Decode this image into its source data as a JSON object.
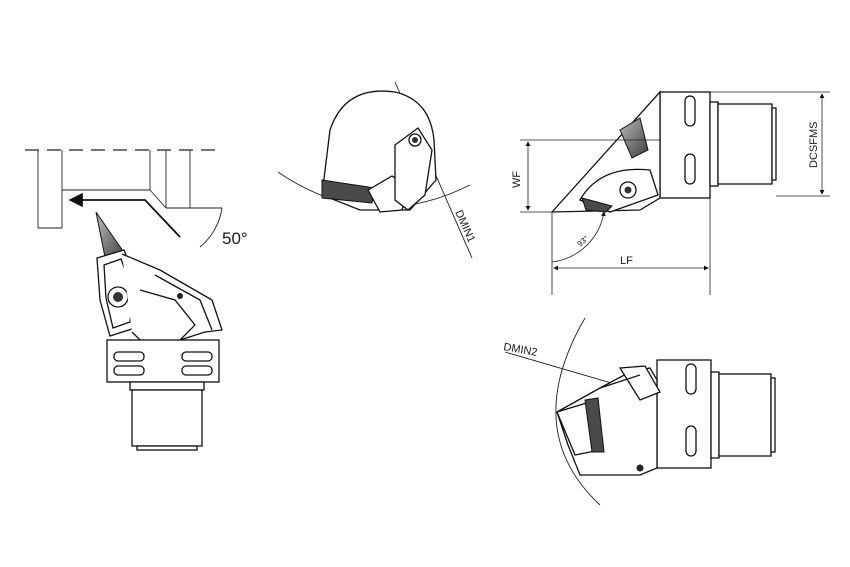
{
  "labels": {
    "angle": "50°",
    "dmin1": "DMIN1",
    "wf": "WF",
    "dcsfms": "DCSFMS",
    "angle93": "93°",
    "lf": "LF",
    "dmin2": "DMIN2"
  },
  "colors": {
    "line": "#111111",
    "insert_dark": "#4a4a4a",
    "background": "#ffffff"
  }
}
